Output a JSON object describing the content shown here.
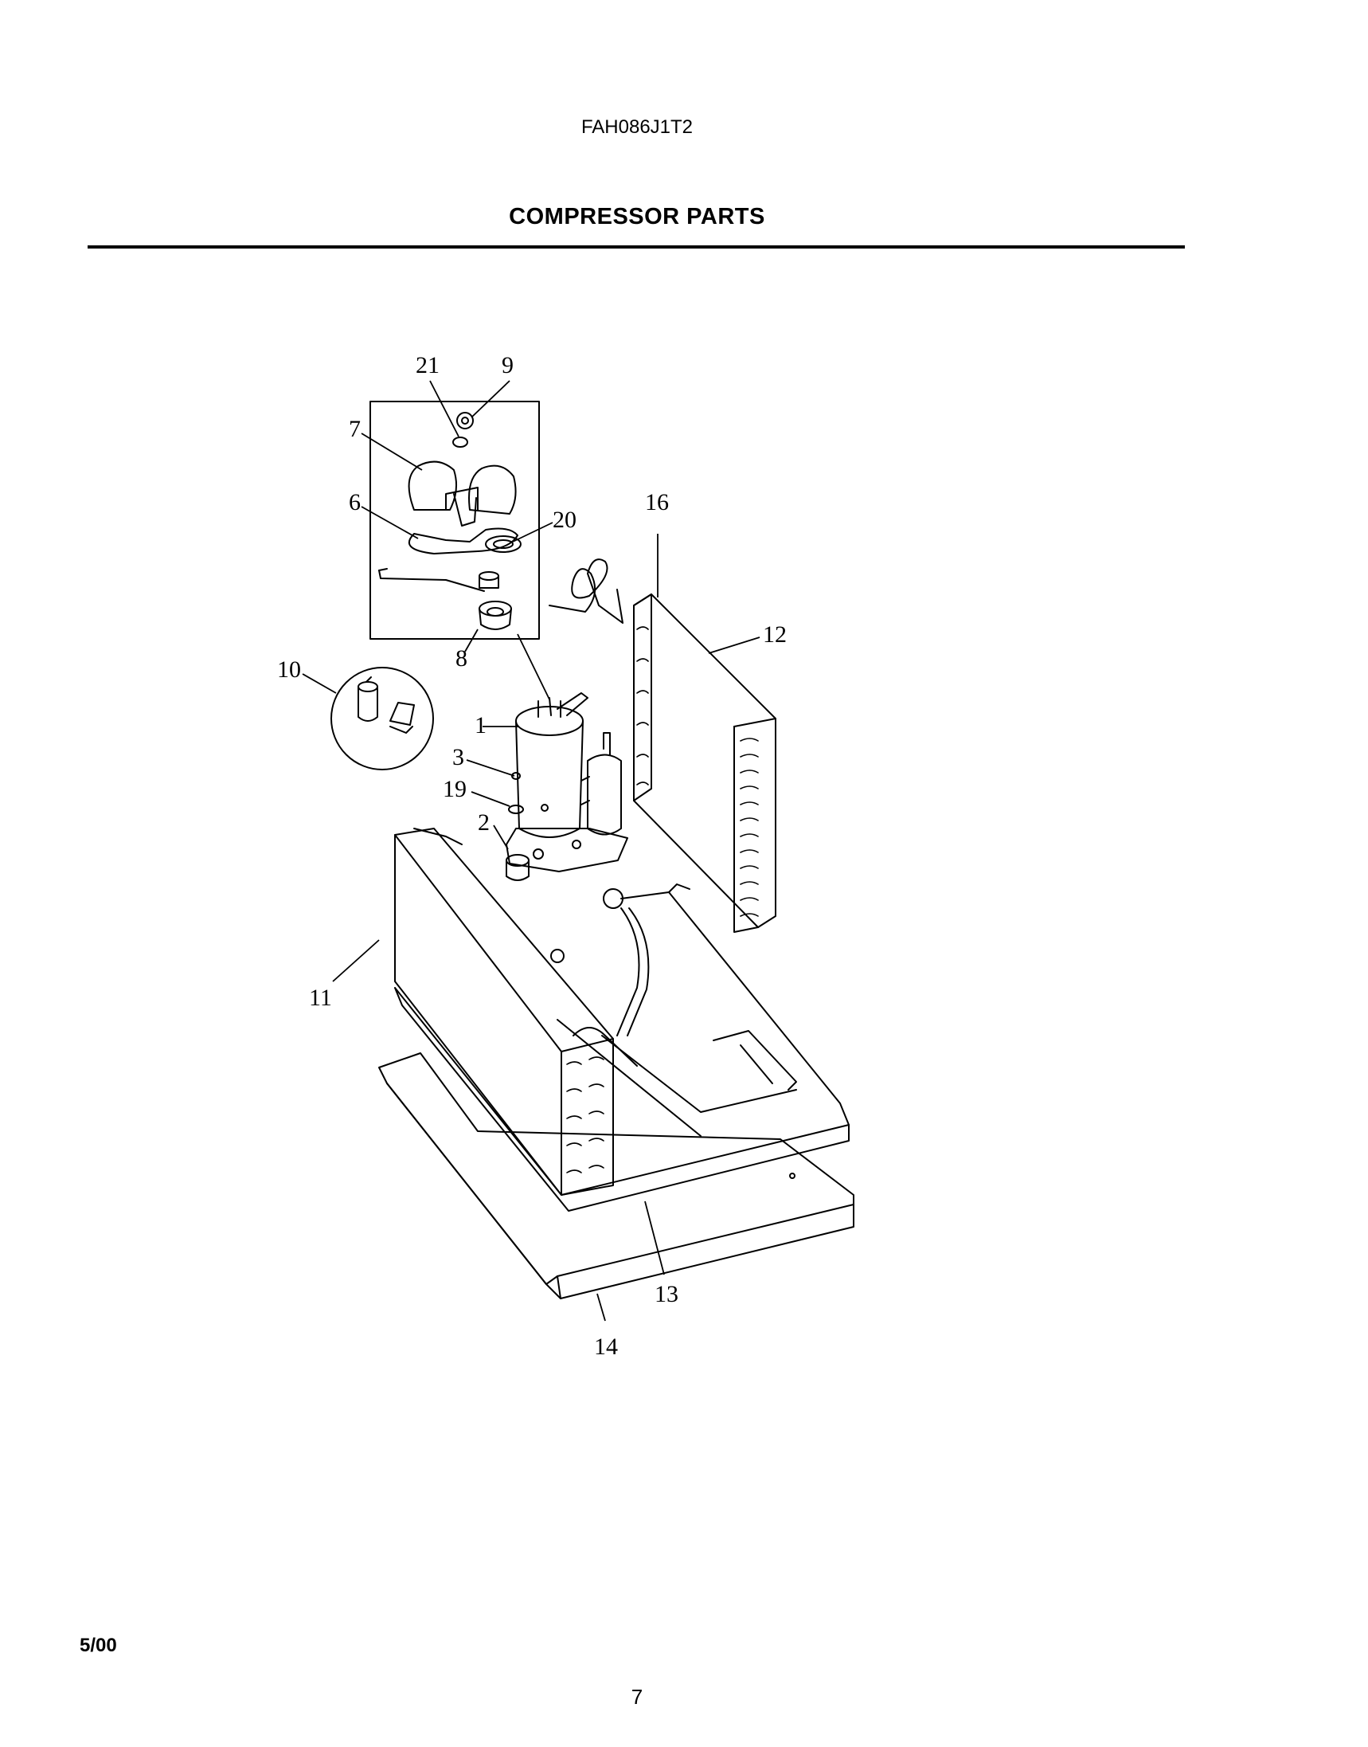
{
  "header": {
    "model": "FAH086J1T2",
    "title": "COMPRESSOR PARTS"
  },
  "callouts": {
    "c21": "21",
    "c9": "9",
    "c7": "7",
    "c6": "6",
    "c20": "20",
    "c16": "16",
    "c12": "12",
    "c8": "8",
    "c10": "10",
    "c1": "1",
    "c3": "3",
    "c19": "19",
    "c2": "2",
    "c11": "11",
    "c13": "13",
    "c14": "14"
  },
  "footer": {
    "date": "5/00",
    "page": "7"
  }
}
